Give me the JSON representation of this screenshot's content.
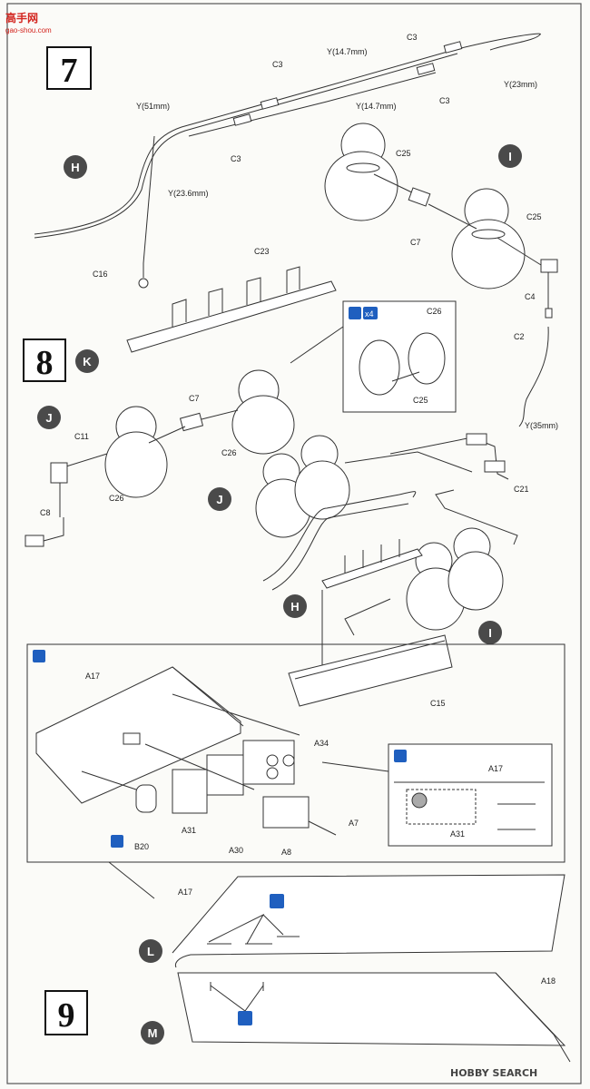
{
  "watermark": {
    "top_left": "高手网",
    "top_left_sub": "gao-shou.com",
    "bottom_right": "HOBBY SEARCH"
  },
  "steps": [
    {
      "number": "7"
    },
    {
      "number": "8"
    },
    {
      "number": "9"
    }
  ],
  "badges": [
    "H",
    "I",
    "K",
    "J",
    "J",
    "H",
    "I",
    "L",
    "M"
  ],
  "badge_x4": "x4",
  "labels": {
    "y_51": "Y(51mm)",
    "y_147a": "Y(14.7mm)",
    "y_147b": "Y(14.7mm)",
    "y_23": "Y(23mm)",
    "y_236": "Y(23.6mm)",
    "y_35": "Y(35mm)",
    "c3a": "C3",
    "c3b": "C3",
    "c3c": "C3",
    "c3d": "C3",
    "c25a": "C25",
    "c25b": "C25",
    "c25c": "C25",
    "c26a": "C26",
    "c26b": "C26",
    "c26c": "C26",
    "c7a": "C7",
    "c7b": "C7",
    "c4": "C4",
    "c2": "C2",
    "c16": "C16",
    "c23": "C23",
    "c11": "C11",
    "c8": "C8",
    "c21": "C21",
    "c15": "C15",
    "a17a": "A17",
    "a17b": "A17",
    "a17c": "A17",
    "a34": "A34",
    "a31a": "A31",
    "a31b": "A31",
    "a30": "A30",
    "a8": "A8",
    "a7": "A7",
    "b20": "B20",
    "a18": "A18"
  },
  "colors": {
    "badge_fill": "#4a4a4a",
    "accent_blue": "#1f5fbf",
    "line": "#333333",
    "watermark_red": "#d3241e"
  }
}
